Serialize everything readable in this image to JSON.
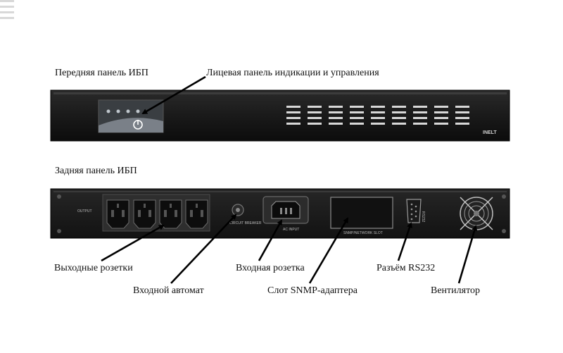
{
  "labels": {
    "front_panel": "Передняя панель ИБП",
    "indication_panel": "Лицевая панель индикации и управления",
    "rear_panel": "Задняя панель ИБП",
    "output_sockets": "Выходные розетки",
    "input_breaker": "Входной автомат",
    "input_socket": "Входная розетка",
    "snmp_slot": "Слот SNMP-адаптера",
    "rs232": "Разъём RS232",
    "fan": "Вентилятор"
  },
  "device_text": {
    "brand": "INELT",
    "breaker_mark": "CIRCUIT BREAKER",
    "ac_input": "AC INPUT",
    "snmp_mark": "SNMP/NETWORK SLOT",
    "rs232_mark": "RS232",
    "output_mark": "OUTPUT"
  },
  "colors": {
    "chassis": "#1c1c1c",
    "chassis_edge": "#000000",
    "panel_face": "#3a3e42",
    "arrow": "#000000",
    "socket": "#0d0d0d"
  }
}
